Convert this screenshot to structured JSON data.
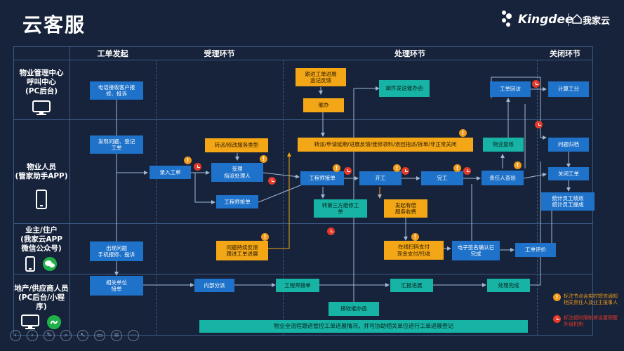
{
  "page_title": "云客服",
  "brand": {
    "name": "Kingdee",
    "cn": "我家云"
  },
  "columns": [
    "工单发起",
    "受理环节",
    "处理环节",
    "关闭环节"
  ],
  "roles": [
    {
      "label": "物业管理中心\n呼叫中心\n(PC后台)",
      "icon": "monitor-icon"
    },
    {
      "label": "物业人员\n(管家助手APP)",
      "icon": "phone-icon"
    },
    {
      "label": "业主/住户\n(我家云APP\n微信公众号)",
      "icon": "phone-wechat-icon"
    },
    {
      "label": "地产/供应商人员\n(PC后台/小程序)",
      "icon": "monitor-miniprogram-icon"
    }
  ],
  "nodes": {
    "call_record": "电话接收客户报\n修、投诉",
    "find_issue": "发现问题、登记\n工单",
    "owner_report": "出现问题\n手机报修、投诉",
    "dept_accept": "相关单位\n接单",
    "entry_order": "录入工单",
    "accept_assign": "受理\n指派处理人",
    "transfer_type": "转派/修改服务类型",
    "engineer_grab": "工程师抢单",
    "follow_feedback": "问题持续反馈\n跟进工单进展",
    "inner_assign": "内部分派",
    "track_progress": "跟进工单进展\n追记反馈",
    "urge": "催办",
    "actions_bar": "转派/申请延期/进展反馈/维修领料/退回指派/拆单/非正常关闭",
    "engineer_accept_1": "工程师接单",
    "third_party": "转第三方维修工\n单",
    "start_work": "开工",
    "paid_service": "发起有偿\n服务收费",
    "online_pay": "在线扫码支付\n现金支付/托收",
    "complete": "完工",
    "email_urge": "邮件发送催办函",
    "property_review": "物业复核",
    "owner_check": "责任人查验",
    "e_sign": "电子签名确认已\n完成",
    "engineer_accept_2": "工程师接单",
    "report_progress": "汇报进展",
    "process_done": "处理完成",
    "receive_urge": "接收催办函",
    "full_track_bar": "物业全流程跟进管控工单进展情况，并可协助相关单位进行工单进展登记",
    "callback": "工单回访",
    "calc_hours": "计算工分",
    "issue_archive": "问题归档",
    "close_order": "关闭工单",
    "stats": "统计员工绩效\n统计员工提成",
    "evaluate": "工单评价"
  },
  "legend": [
    {
      "icon": "warning-icon",
      "text": "标注节点会实时短信通知相关责任人及业主报事人"
    },
    {
      "icon": "clock-icon",
      "text": "标注超时限制将设置预警升级机制"
    }
  ],
  "colors": {
    "background": "#17233a",
    "blue": "#1f72c9",
    "orange": "#f3a616",
    "teal": "#17b3a4",
    "line": "#3a5a86",
    "warn": "#f29a1a",
    "clock": "#e53a2a"
  }
}
